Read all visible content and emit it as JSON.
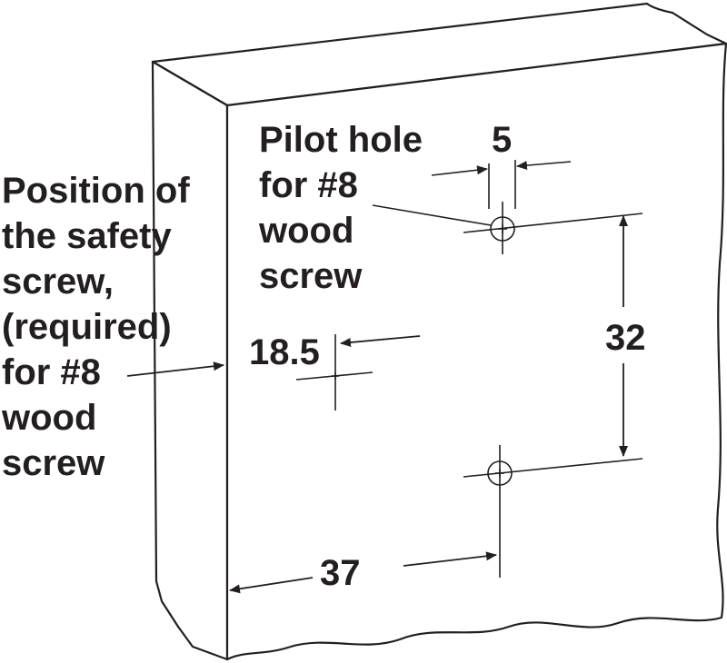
{
  "diagram": {
    "pilot_label": [
      "Pilot hole",
      "for #8",
      "wood",
      "screw"
    ],
    "safety_label": [
      "Position of",
      "the safety",
      "screw,",
      "(required)",
      "for #8",
      "wood",
      "screw"
    ],
    "dims": {
      "hole_diameter": "5",
      "vertical_spacing": "32",
      "safety_offset": "18.5",
      "horizontal_distance": "37"
    },
    "colors": {
      "ink": "#231f20",
      "face": "#ffffff"
    }
  }
}
